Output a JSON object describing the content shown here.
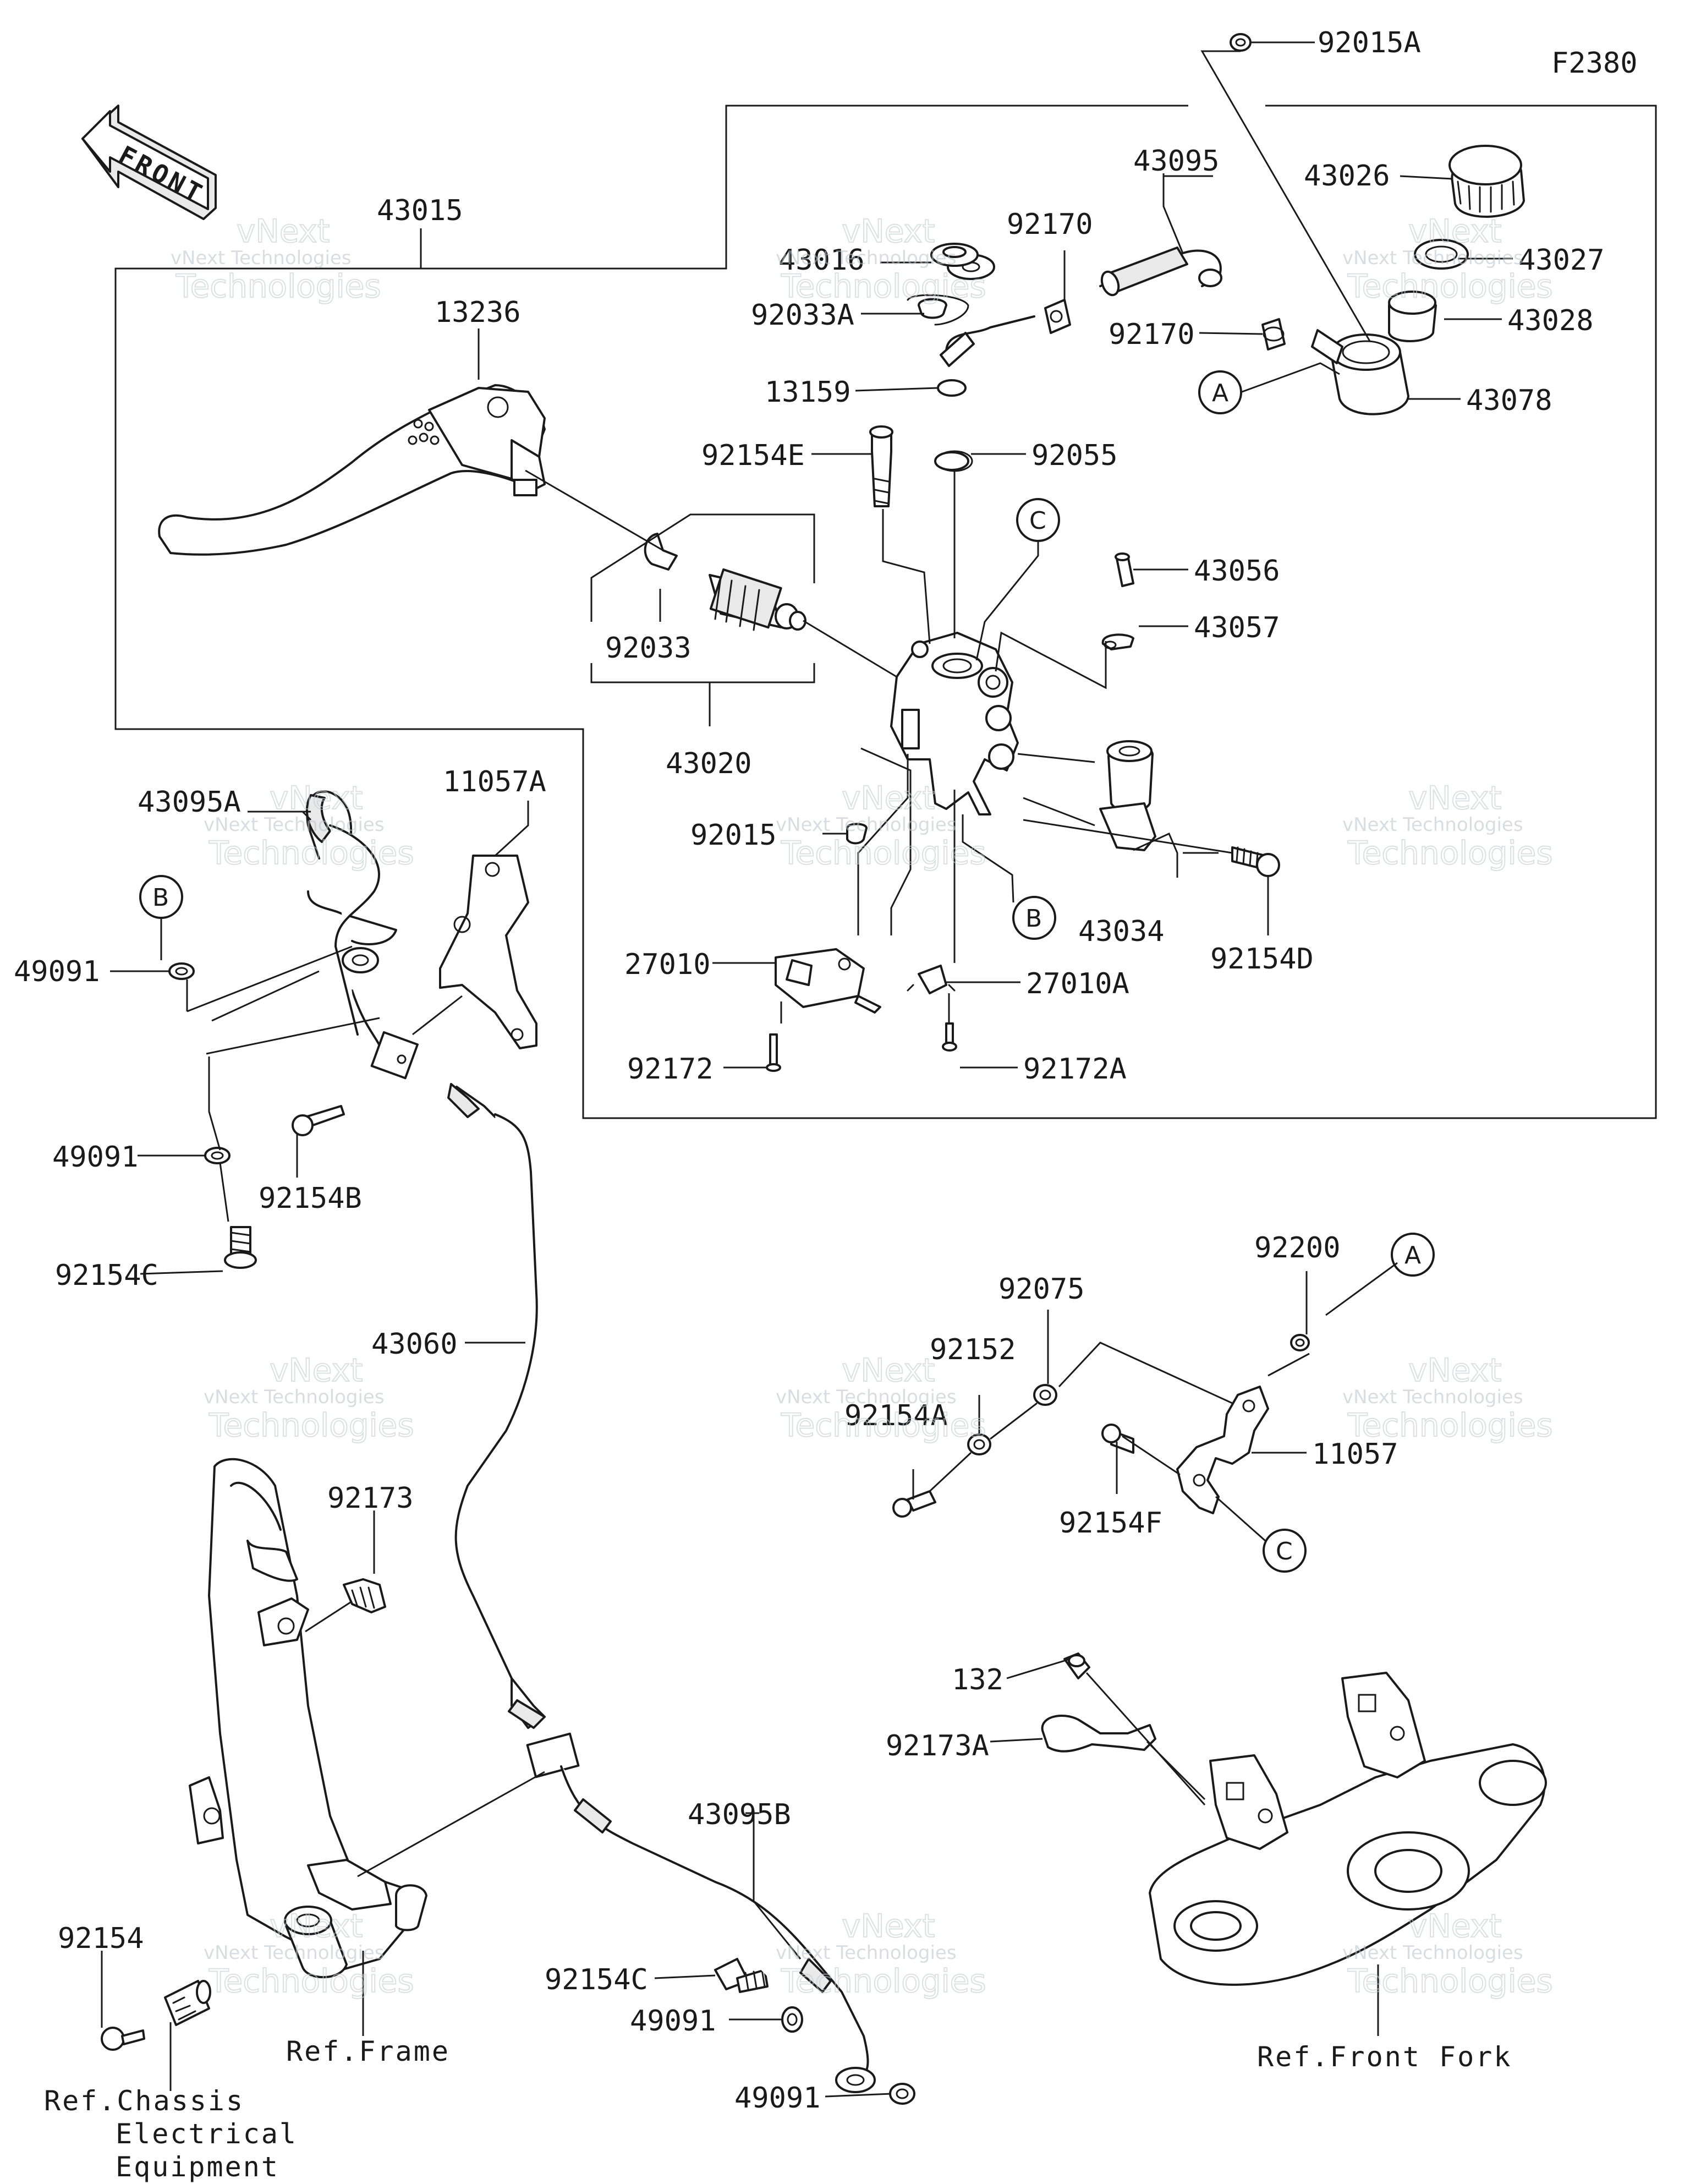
{
  "diagram_code": "F2380",
  "front_arrow_text": "FRONT",
  "watermark": {
    "line1": "vNext Technologies",
    "line2": "vNext",
    "line3": "Technologies"
  },
  "labels": {
    "p92015A": "92015A",
    "p43015": "43015",
    "p43095": "43095",
    "p43026": "43026",
    "p43016": "43016",
    "p92170a": "92170",
    "p43027": "43027",
    "p92033A": "92033A",
    "p92170b": "92170",
    "p43028": "43028",
    "p13236": "13236",
    "p13159": "13159",
    "p43078": "43078",
    "p92154E": "92154E",
    "p92055": "92055",
    "p43056": "43056",
    "p43057": "43057",
    "p92033": "92033",
    "p43020": "43020",
    "p43095A": "43095A",
    "p11057A": "11057A",
    "p92015": "92015",
    "p43034": "43034",
    "p92154D": "92154D",
    "p49091a": "49091",
    "p27010": "27010",
    "p27010A": "27010A",
    "p92172": "92172",
    "p92172A": "92172A",
    "p49091b": "49091",
    "p92154B": "92154B",
    "p92154C": "92154C",
    "p92200": "92200",
    "p92075": "92075",
    "p43060": "43060",
    "p92152": "92152",
    "p92154A": "92154A",
    "p11057": "11057",
    "p92154F": "92154F",
    "p92173": "92173",
    "p132": "132",
    "p92173A": "92173A",
    "p43095B": "43095B",
    "p92154": "92154",
    "p92154C2": "92154C",
    "p49091c": "49091",
    "p49091d": "49091"
  },
  "callouts": {
    "A": "A",
    "B": "B",
    "C": "C"
  },
  "references": {
    "chassis1": "Ref.Chassis",
    "chassis2": "Electrical",
    "chassis3": "Equipment",
    "frame": "Ref.Frame",
    "fork": "Ref.Front Fork"
  }
}
